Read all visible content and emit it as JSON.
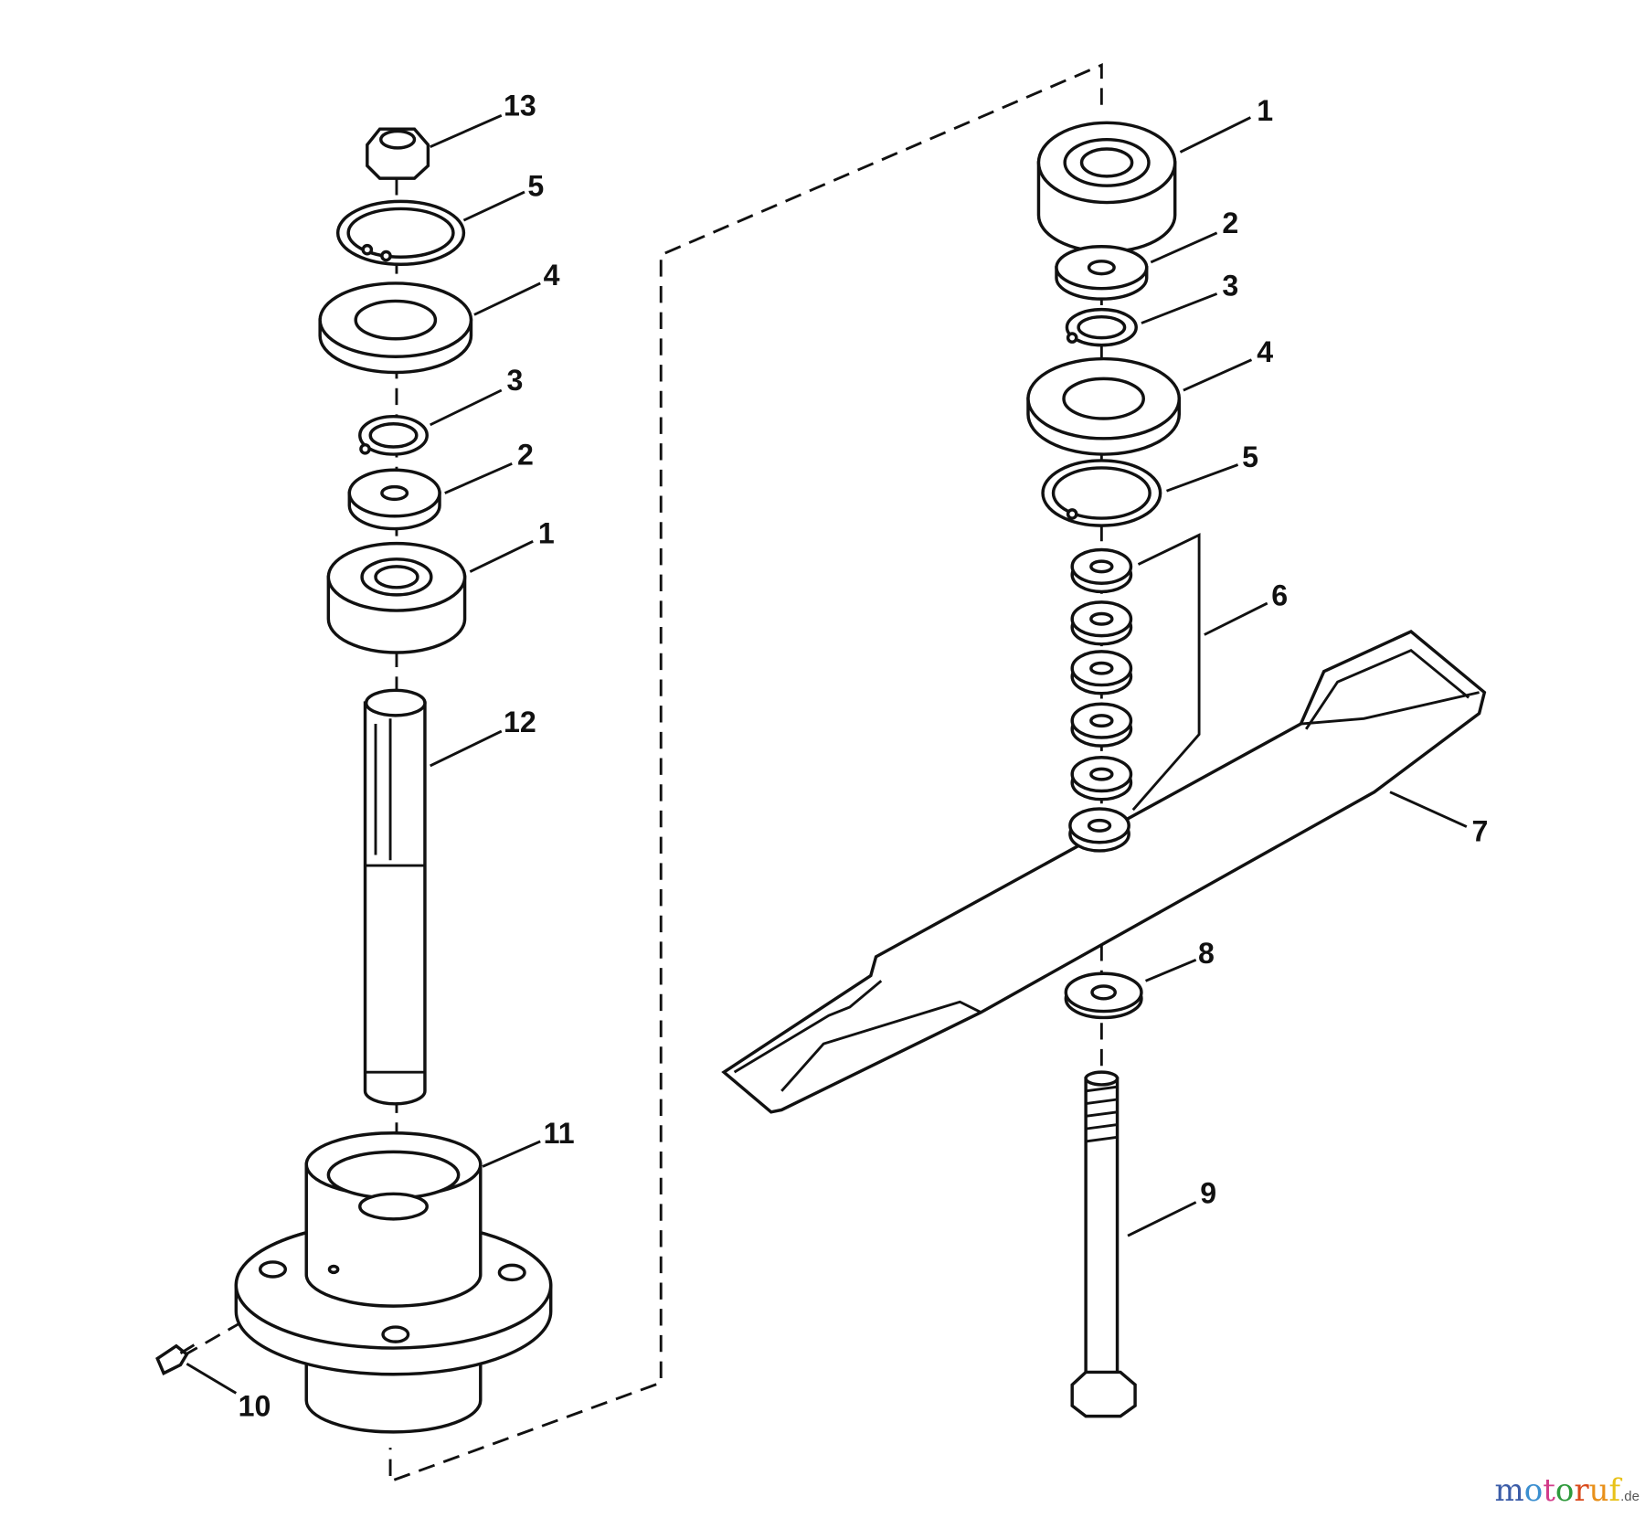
{
  "diagram": {
    "left_assembly": {
      "callouts": [
        "13",
        "5",
        "4",
        "3",
        "2",
        "1",
        "12",
        "11",
        "10"
      ],
      "parts": {
        "13": "lock-nut",
        "5": "snap-ring",
        "4": "washer",
        "3": "retaining-ring",
        "2": "washer",
        "1": "bearing",
        "12": "spindle-shaft",
        "11": "spindle-housing",
        "10": "grease-fitting"
      }
    },
    "right_assembly": {
      "callouts": [
        "1",
        "2",
        "3",
        "4",
        "5",
        "6",
        "7",
        "8",
        "9"
      ],
      "parts": {
        "1": "bearing",
        "2": "washer",
        "3": "retaining-ring",
        "4": "washer",
        "5": "snap-ring",
        "6": "spacers",
        "7": "blade",
        "8": "washer",
        "9": "bolt"
      }
    }
  },
  "watermark": {
    "brand": "motoruf",
    "tld": ".de"
  }
}
